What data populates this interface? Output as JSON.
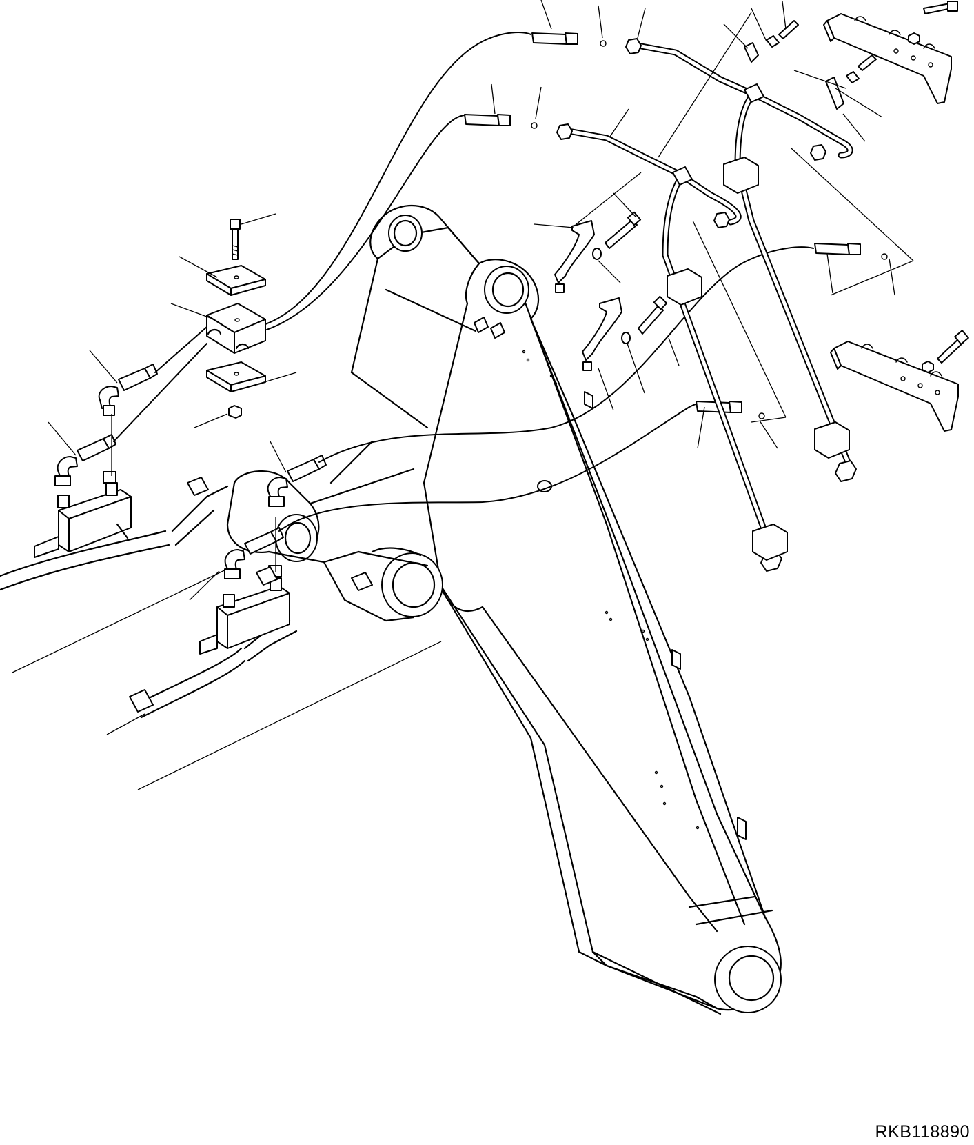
{
  "figure": {
    "drawing_code": "RKB118890"
  },
  "parts": [
    {
      "name": "boom",
      "icon": "boom-outline"
    },
    {
      "name": "upper-hose-left",
      "icon": "hose"
    },
    {
      "name": "upper-hose-right",
      "icon": "hose"
    },
    {
      "name": "tube-upper",
      "icon": "steel-tube"
    },
    {
      "name": "tube-lower",
      "icon": "steel-tube"
    },
    {
      "name": "hose-clamp-block",
      "icon": "clamp"
    },
    {
      "name": "clamp-plate",
      "icon": "plate"
    },
    {
      "name": "bolt",
      "icon": "bolt"
    },
    {
      "name": "nut",
      "icon": "nut"
    },
    {
      "name": "o-ring",
      "icon": "o-ring"
    },
    {
      "name": "bracket",
      "icon": "bracket"
    },
    {
      "name": "elbow-fitting",
      "icon": "elbow"
    },
    {
      "name": "valve-block",
      "icon": "valve-block"
    }
  ]
}
